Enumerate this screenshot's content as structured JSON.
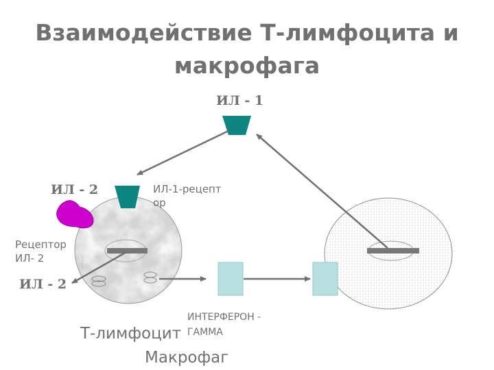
{
  "title": {
    "line1": "Взаимодействие  Т-лимфоцита и",
    "line2": "макрофага"
  },
  "labels": {
    "il1_top": "ИЛ - 1",
    "il2_ligand": "ИЛ - 2",
    "il1_receptor_line1": "ИЛ-1-рецепт",
    "il1_receptor_line2": "ор",
    "receptor_il2_line1": "Рецептор",
    "receptor_il2_line2": "ИЛ- 2",
    "il2_bottom": "ИЛ - 2",
    "interferon_line1": "ИНТЕРФЕРОН  -",
    "interferon_line2": "ГАММА",
    "t_lymphocyte": "Т-лимфоцит",
    "macrophage": "Макрофаг"
  },
  "colors": {
    "text": "#707070",
    "receptor_teal": "#0e8580",
    "il2_magenta": "#cc00cc",
    "interferon_box": "#b8e0e0",
    "arrow": "#707070",
    "nucleus_bar": "#777777"
  }
}
